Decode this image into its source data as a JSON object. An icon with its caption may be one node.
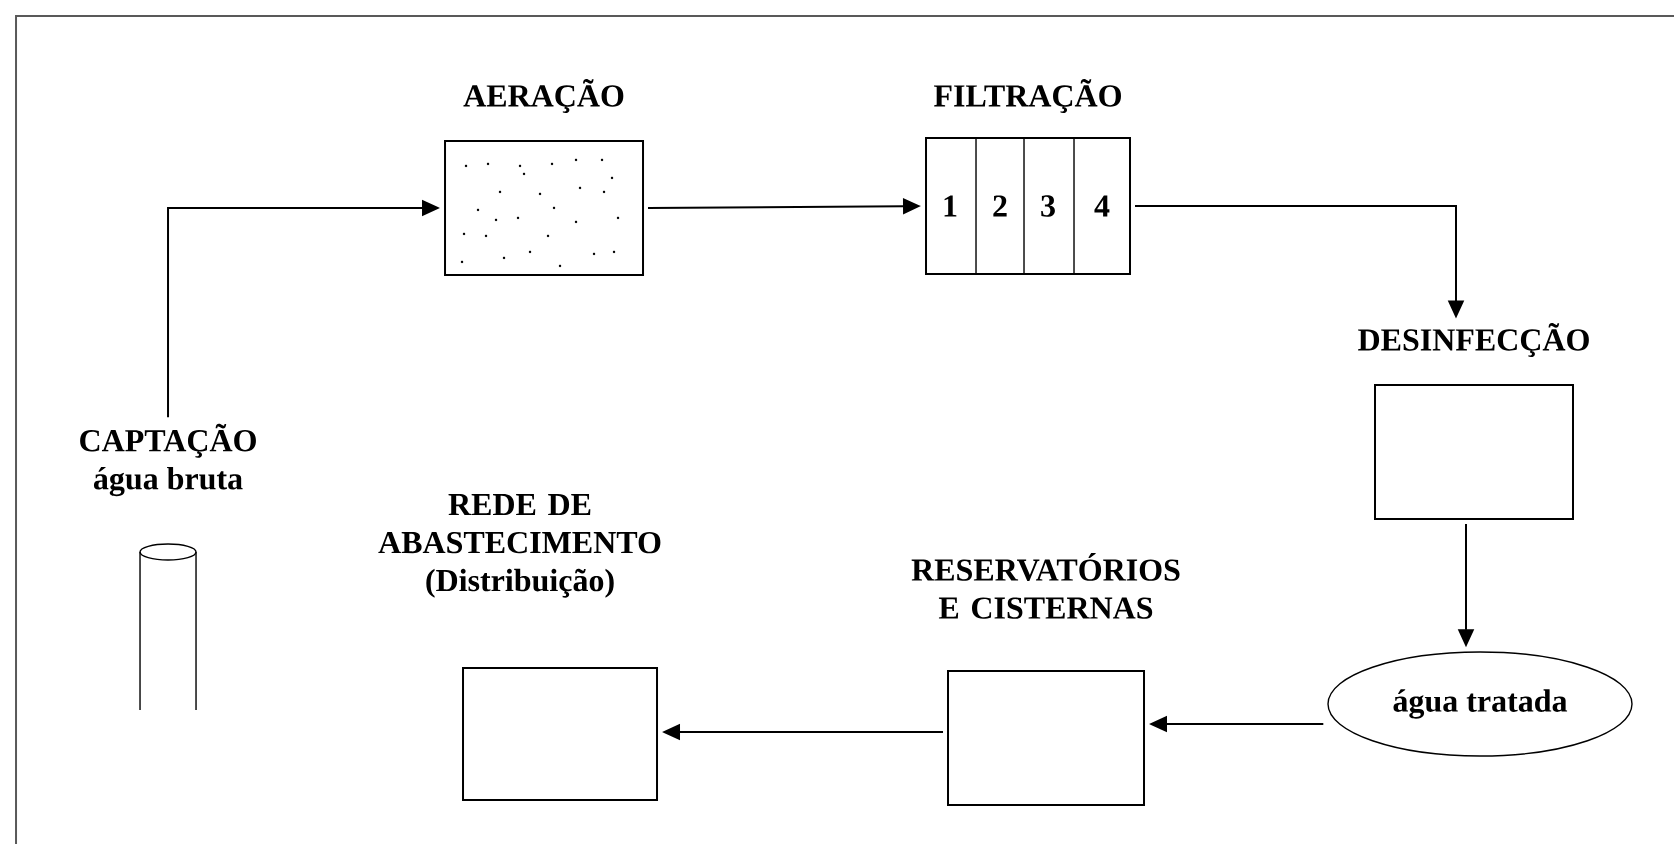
{
  "diagram": {
    "nodes": [
      {
        "text": [
          "CAPTAÇÃO",
          "água bruta"
        ]
      },
      {
        "text": [
          "AERAÇÃO"
        ]
      },
      {
        "text": [
          "FILTRAÇÃO"
        ]
      },
      {
        "text": [
          "1"
        ],
        "in": 2
      },
      {
        "text": [
          "2"
        ],
        "in": 2
      },
      {
        "text": [
          "3"
        ],
        "in": 2
      },
      {
        "text": [
          "4"
        ],
        "in": 2
      },
      {
        "text": [
          "DESINFECÇÃO"
        ]
      },
      {
        "text": [
          "água tratada"
        ]
      },
      {
        "text": [
          "RESERVATÓRIOS E CISTERNAS"
        ]
      },
      {
        "text": [
          "REDE DE ABASTECIMENTO (Distribuição)"
        ]
      }
    ],
    "edges": [
      {
        "from": 0,
        "to": 1,
        "arrow": "to"
      },
      {
        "from": 1,
        "to": 2,
        "arrow": "to"
      },
      {
        "from": 2,
        "to": 7,
        "arrow": "to"
      },
      {
        "from": 7,
        "to": 8,
        "arrow": "to"
      },
      {
        "from": 8,
        "to": 9,
        "arrow": "to"
      },
      {
        "from": 9,
        "to": 10,
        "arrow": "to"
      }
    ]
  }
}
